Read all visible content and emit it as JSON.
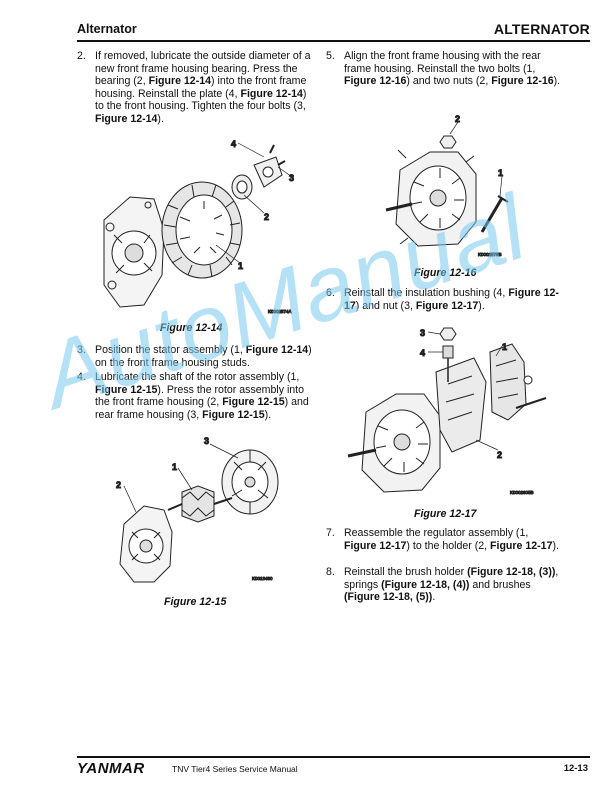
{
  "header": {
    "section": "Alternator",
    "chapter": "ALTERNATOR"
  },
  "left_column": {
    "step2": {
      "number": "2.",
      "t1": "If removed, lubricate the outside diameter of a new front frame housing bearing. Press the bearing (2, ",
      "r1": "Figure 12-14",
      "t2": ") into the front frame housing. Reinstall the plate (4, ",
      "r2": "Figure 12-14",
      "t3": ") to the front housing. Tighten the four bolts (3, ",
      "r3": "Figure 12-14",
      "t4": ")."
    },
    "figure14": {
      "caption": "Figure 12-14",
      "code": "K0002574A",
      "labels": [
        "4",
        "3",
        "2",
        "1"
      ]
    },
    "step3": {
      "number": "3.",
      "t1": "Position the stator assembly (1, ",
      "r1": "Figure 12-14",
      "t2": ") on the front frame housing studs."
    },
    "step4": {
      "number": "4.",
      "t1": "Lubricate the shaft of the rotor assembly (1, ",
      "r1": "Figure 12-15",
      "t2": "). Press the rotor assembly into the front frame housing (2, ",
      "r2": "Figure 12-15",
      "t3": ") and rear frame housing (3, ",
      "r3": "Figure 12-15",
      "t4": ")."
    },
    "figure15": {
      "caption": "Figure 12-15",
      "code": "K0013460",
      "labels": [
        "3",
        "1",
        "2"
      ]
    }
  },
  "right_column": {
    "step5": {
      "number": "5.",
      "t1": "Align the front frame housing with the rear frame housing. Reinstall the two bolts (1, ",
      "r1": "Figure 12-16",
      "t2": ") and two nuts (2, ",
      "r2": "Figure 12-16",
      "t3": ")."
    },
    "figure16": {
      "caption": "Figure 12-16",
      "code": "K0002575B",
      "labels": [
        "2",
        "1"
      ]
    },
    "step6": {
      "number": "6.",
      "t1": "Reinstall the insulation bushing (4, ",
      "r1": "Figure 12-17",
      "t2": ") and nut (3, ",
      "r2": "Figure 12-17",
      "t3": ")."
    },
    "figure17": {
      "caption": "Figure 12-17",
      "code": "K0002605B",
      "labels": [
        "3",
        "4",
        "1",
        "2"
      ]
    },
    "step7": {
      "number": "7.",
      "t1": "Reassemble the regulator assembly (1, ",
      "r1": "Figure 12-17",
      "t2": ") to the holder (2, ",
      "r2": "Figure 12-17",
      "t3": ")."
    },
    "step8": {
      "number": "8.",
      "t1": "Reinstall the brush holder ",
      "r1": "(Figure 12-18, (3))",
      "t2": ", springs ",
      "r2": "(Figure 12-18, (4))",
      "t3": " and brushes ",
      "r3": "(Figure 12-18, (5))",
      "t4": "."
    }
  },
  "watermark": "AutoManual",
  "footer": {
    "brand": "YANMAR",
    "manual_title": "TNV Tier4 Series Service Manual",
    "page": "12-13"
  }
}
